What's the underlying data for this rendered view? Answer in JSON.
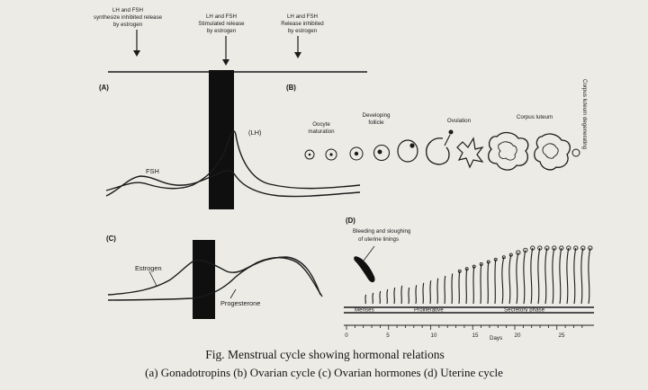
{
  "gonadotropin_notes": {
    "left": [
      "LH and FSH",
      "synthesize inhibited release",
      "by estrogen"
    ],
    "center": [
      "LH and FSH",
      "Stimulated release",
      "by estrogen"
    ],
    "right": [
      "LH and FSH",
      "Release inhibited",
      "by estrogen"
    ]
  },
  "panel_labels": {
    "a": "(A)",
    "b": "(B)",
    "c": "(C)",
    "d": "(D)"
  },
  "hormone_labels": {
    "lh": "(LH)",
    "fsh": "FSH",
    "estrogen": "Estrogen",
    "progesterone": "Progesterone"
  },
  "ovarian_stages": {
    "oocyte": [
      "Oocyte",
      "maturation"
    ],
    "follicle": [
      "Developing",
      "follicle"
    ],
    "ovulation": "Ovulation",
    "corpus_luteum": "Corpus luteum",
    "degenerating": "Corpus luteum degenerating"
  },
  "uterine": {
    "bleeding_note": [
      "Bleeding and sloughing",
      "of uterine linings"
    ],
    "phases": {
      "menses": "Menses",
      "proliferative": "Proliferative",
      "secretory": "Secretory phase"
    },
    "day_ticks": [
      "0",
      "5",
      "10",
      "15",
      "20",
      "25"
    ],
    "days_label": "Days"
  },
  "caption": {
    "title": "Fig. Menstrual cycle showing hormonal relations",
    "subtitle": "(a) Gonadotropins (b) Ovarian cycle (c) Ovarian hormones (d) Uterine cycle"
  }
}
